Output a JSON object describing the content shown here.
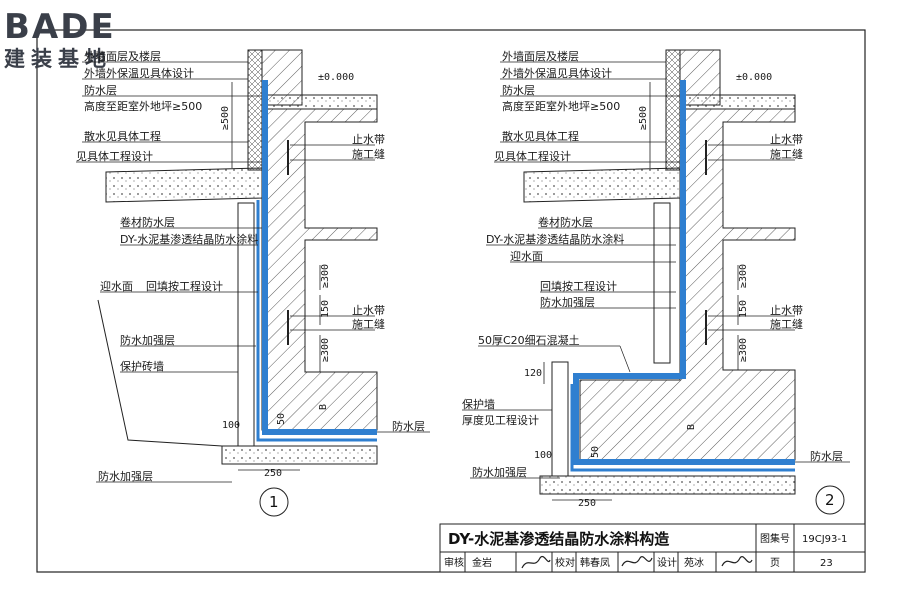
{
  "logo": {
    "brand": "BADE",
    "subtitle": "建装基地"
  },
  "colors": {
    "waterproof": "#2f7fd0",
    "line": "#1a1a1a",
    "concrete_fill": "#eeeeee"
  },
  "detail1": {
    "number": "1",
    "labels": {
      "facade": "外墙面层及楼层",
      "insulation": "外墙外保温见具体设计",
      "waterproof": "防水层",
      "height": "高度至距室外地坪≥500",
      "apron": "散水见具体工程",
      "project": "见具体工程设计",
      "membrane": "卷材防水层",
      "dy_coating": "DY-水泥基渗透结晶防水涂料",
      "water_face": "迎水面",
      "backfill": "回填按工程设计",
      "reinforce": "防水加强层",
      "brick": "保护砖墙",
      "waterproof_bottom": "防水层",
      "reinforce_bottom": "防水加强层",
      "waterstop_1": "止水带",
      "joint_1": "施工缝",
      "waterstop_2": "止水带",
      "joint_2": "施工缝"
    },
    "dims": {
      "elev": "±0.000",
      "d500": "≥500",
      "d300a": "≥300",
      "d150": "150",
      "d300b": "≥300",
      "d100": "100",
      "d250": "250",
      "d50": "50",
      "b": "B"
    }
  },
  "detail2": {
    "number": "2",
    "labels": {
      "facade": "外墙面层及楼层",
      "insulation": "外墙外保温见具体设计",
      "waterproof": "防水层",
      "height": "高度至距室外地坪≥500",
      "apron": "散水见具体工程",
      "project": "见具体工程设计",
      "membrane": "卷材防水层",
      "dy_coating": "DY-水泥基渗透结晶防水涂料",
      "water_face": "迎水面",
      "backfill": "回填按工程设计",
      "reinforce": "防水加强层",
      "concrete": "50厚C20细石混凝土",
      "protect_wall": "保护墙",
      "thickness": "厚度见工程设计",
      "waterproof_bottom": "防水层",
      "reinforce_bottom": "防水加强层",
      "waterstop_1": "止水带",
      "joint_1": "施工缝",
      "waterstop_2": "止水带",
      "joint_2": "施工缝"
    },
    "dims": {
      "elev": "±0.000",
      "d500": "≥500",
      "d300a": "≥300",
      "d150": "150",
      "d300b": "≥300",
      "d120": "120",
      "d100": "100",
      "d250": "250",
      "d50": "50",
      "b": "B"
    }
  },
  "title_block": {
    "title": "DY-水泥基渗透结晶防水涂料构造",
    "atlas_label": "图集号",
    "atlas_no": "19CJ93-1",
    "review_label": "审核",
    "review_name": "金岩",
    "proof_label": "校对",
    "proof_name": "韩春凤",
    "design_label": "设计",
    "design_name": "苑冰",
    "page_label": "页",
    "page_no": "23"
  }
}
